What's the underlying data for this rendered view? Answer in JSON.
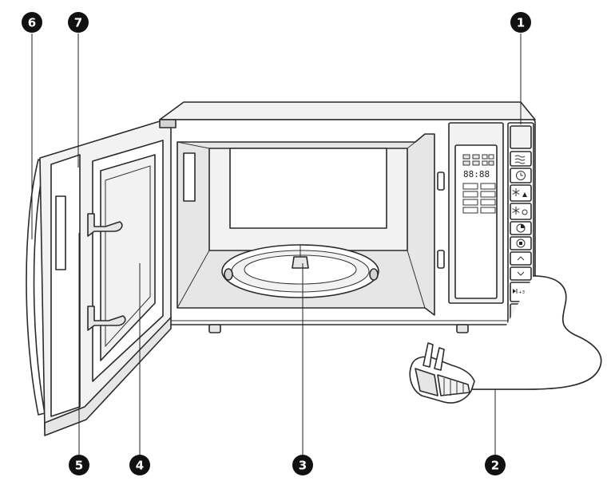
{
  "callouts": [
    {
      "id": "1",
      "label": "1"
    },
    {
      "id": "2",
      "label": "2"
    },
    {
      "id": "3",
      "label": "3"
    },
    {
      "id": "4",
      "label": "4"
    },
    {
      "id": "5",
      "label": "5"
    },
    {
      "id": "6",
      "label": "6"
    },
    {
      "id": "7",
      "label": "7"
    }
  ],
  "display": {
    "digits": "88:88"
  },
  "control_panel": {
    "button_last_label": "+30s"
  },
  "colors": {
    "outline": "#2b2b2b",
    "callout_fill": "#111111",
    "callout_text": "#ffffff",
    "body_fill": "#f2f2f2"
  },
  "icons": [
    "microwave-waves-icon",
    "clock-icon",
    "defrost-weight-icon",
    "defrost-time-icon",
    "timer-icon",
    "stop-icon",
    "chevron-up-icon",
    "chevron-down-icon",
    "start-plus-30s-icon"
  ]
}
